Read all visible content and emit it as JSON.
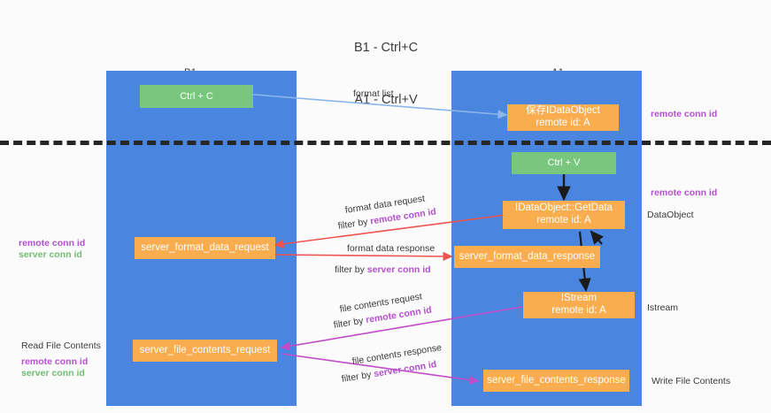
{
  "title": {
    "line1": "B1 - Ctrl+C",
    "line2": "A1 - Ctrl+V"
  },
  "lanes": [
    {
      "id": "b1",
      "name": "B1",
      "role": "connection"
    },
    {
      "id": "a1",
      "name": "A1",
      "role": "remote"
    }
  ],
  "colors": {
    "lane": "#4a86e0",
    "action_box": "#79c67e",
    "message_box": "#f9ad4e",
    "remote_conn_id": "#b44fd0",
    "server_conn_id": "#72bd72",
    "edge_blue": "#8ab6e8",
    "edge_red": "#ef5350",
    "edge_black": "#1a1a1a",
    "edge_magenta": "#c24bc8",
    "divider": "#262626",
    "background": "#fbfbfb"
  },
  "nodes": {
    "ctrl_c": {
      "label": "Ctrl + C"
    },
    "save_idataobject": {
      "line1": "保存IDataObject",
      "line2": "remote id: A"
    },
    "ctrl_v": {
      "label": "Ctrl + V"
    },
    "getdata": {
      "line1": "IDataObject::GetData",
      "line2": "remote id: A"
    },
    "server_format_data_request": {
      "label": "server_format_data_request"
    },
    "server_format_data_response": {
      "label": "server_format_data_response"
    },
    "istream": {
      "line1": "IStream",
      "line2": "remote id: A"
    },
    "server_file_contents_request": {
      "label": "server_file_contents_request"
    },
    "server_file_contents_response": {
      "label": "server_file_contents_response"
    }
  },
  "edge_labels": {
    "format_list": "format list",
    "format_data_request": "format data request",
    "format_data_request_filter_prefix": "filter by ",
    "format_data_request_filter_key": "remote conn id",
    "format_data_response": "format data response",
    "format_data_response_filter_prefix": "filter by ",
    "format_data_response_filter_key": "server conn id",
    "file_contents_request": "file contents request",
    "file_contents_request_filter_prefix": "filter by ",
    "file_contents_request_filter_key": "remote conn id",
    "file_contents_response": "file contents response",
    "file_contents_response_filter_prefix": "filter by ",
    "file_contents_response_filter_key": "server conn id"
  },
  "annotations": {
    "right_remote_conn_id_top": "remote conn id",
    "right_remote_conn_id_mid": "remote conn id",
    "right_dataobject": "DataObject",
    "right_istream": "Istream",
    "right_write_file_contents": "Write File Contents",
    "left_remote_conn_id_mid": "remote conn id",
    "left_server_conn_id_mid": "server conn id",
    "left_read_file_contents": "Read File Contents",
    "left_remote_conn_id_bottom": "remote conn id",
    "left_server_conn_id_bottom": "server conn id"
  }
}
